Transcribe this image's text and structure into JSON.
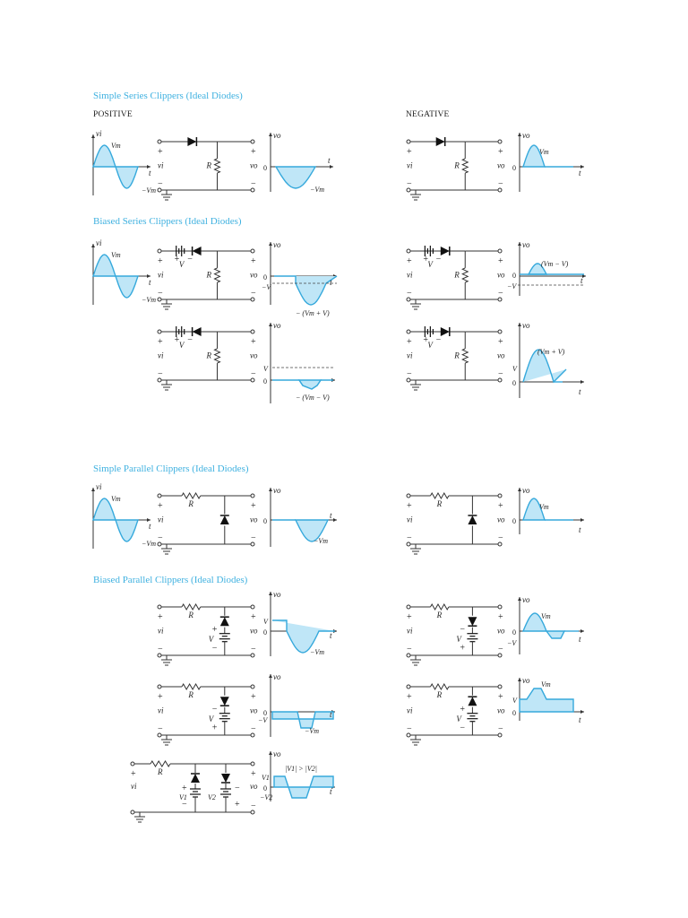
{
  "headings": {
    "simple_series": "Simple Series Clippers (Ideal Diodes)",
    "biased_series": "Biased Series Clippers (Ideal Diodes)",
    "simple_parallel": "Simple Parallel Clippers (Ideal Diodes)",
    "biased_parallel": "Biased Parallel Clippers (Ideal Diodes)"
  },
  "subheadings": {
    "positive": "POSITIVE",
    "negative": "NEGATIVE"
  },
  "labels": {
    "vi": "vi",
    "vo": "vo",
    "R": "R",
    "V": "V",
    "V1": "V1",
    "V2": "V2",
    "Vm": "Vm",
    "neg_Vm": "−Vm",
    "t": "t",
    "zero": "0",
    "negV": "−V",
    "neg_V2": "−V2",
    "plus": "+",
    "minus": "−",
    "vm_minus_v": "(Vm − V)",
    "vm_plus_v": "(Vm + V)",
    "neg_vm_plus_v": "− (Vm + V)",
    "neg_vm_minus_v": "− (Vm − V)",
    "condition": "|V1| > |V2|"
  },
  "colors": {
    "accent": "#3fb1e0",
    "wave_fill": "#bfe6f7",
    "wave_stroke": "#36a9dc",
    "wire": "#333333"
  },
  "icons": [
    "diode-icon",
    "resistor-icon",
    "battery-icon",
    "ground-icon",
    "terminal-icon"
  ]
}
